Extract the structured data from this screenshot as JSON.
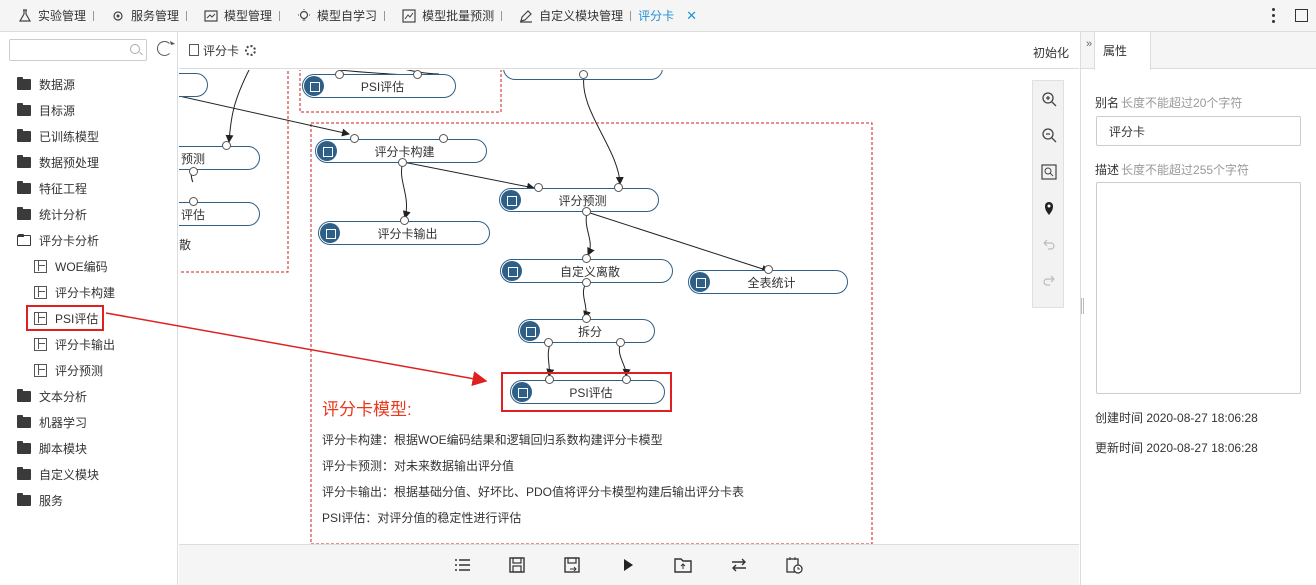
{
  "tabs": [
    {
      "label": "实验管理",
      "icon": "flask-icon"
    },
    {
      "label": "服务管理",
      "icon": "gear-icon"
    },
    {
      "label": "模型管理",
      "icon": "folder-chart-icon"
    },
    {
      "label": "模型自学习",
      "icon": "bulb-icon"
    },
    {
      "label": "模型批量预测",
      "icon": "line-chart-icon"
    },
    {
      "label": "自定义模块管理",
      "icon": "edit-icon"
    },
    {
      "label": "评分卡",
      "active": true
    }
  ],
  "sidebar": {
    "search_placeholder": "",
    "folders": [
      {
        "label": "数据源"
      },
      {
        "label": "目标源"
      },
      {
        "label": "已训练模型"
      },
      {
        "label": "数据预处理"
      },
      {
        "label": "特征工程"
      },
      {
        "label": "统计分析"
      },
      {
        "label": "评分卡分析",
        "open": true,
        "children": [
          "WOE编码",
          "评分卡构建",
          "PSI评估",
          "评分卡输出",
          "评分预测"
        ]
      },
      {
        "label": "文本分析"
      },
      {
        "label": "机器学习"
      },
      {
        "label": "脚本模块"
      },
      {
        "label": "自定义模块"
      },
      {
        "label": "服务"
      }
    ]
  },
  "canvas": {
    "title": "评分卡",
    "init_label": "初始化",
    "nodes": {
      "psi_top": "PSI评估",
      "left_predict": "预测",
      "left_eval": "评估",
      "left_partial": "散",
      "build": "评分卡构建",
      "output": "评分卡输出",
      "predict": "评分预测",
      "discretize": "自定义离散",
      "stats": "全表统计",
      "split": "拆分",
      "psi": "PSI评估"
    },
    "legend": {
      "title": "评分卡模型:",
      "lines": [
        "评分卡构建：根据WOE编码结果和逻辑回归系数构建评分卡模型",
        "评分卡预测：对未来数据输出评分值",
        "评分卡输出：根据基础分值、好坏比、PDO值将评分卡模型构建后输出评分卡表",
        "PSI评估：对评分值的稳定性进行评估"
      ]
    }
  },
  "colors": {
    "accent": "#1f93d6",
    "node": "#2e5f86",
    "highlight": "#e02020",
    "group_border": "#cc1f1f"
  },
  "properties": {
    "tab_label": "属性",
    "alias_label": "别名",
    "alias_hint": "长度不能超过20个字符",
    "alias_value": "评分卡",
    "desc_label": "描述",
    "desc_hint": "长度不能超过255个字符",
    "desc_value": "",
    "created_label": "创建时间",
    "created_value": "2020-08-27 18:06:28",
    "updated_label": "更新时间",
    "updated_value": "2020-08-27 18:06:28"
  }
}
